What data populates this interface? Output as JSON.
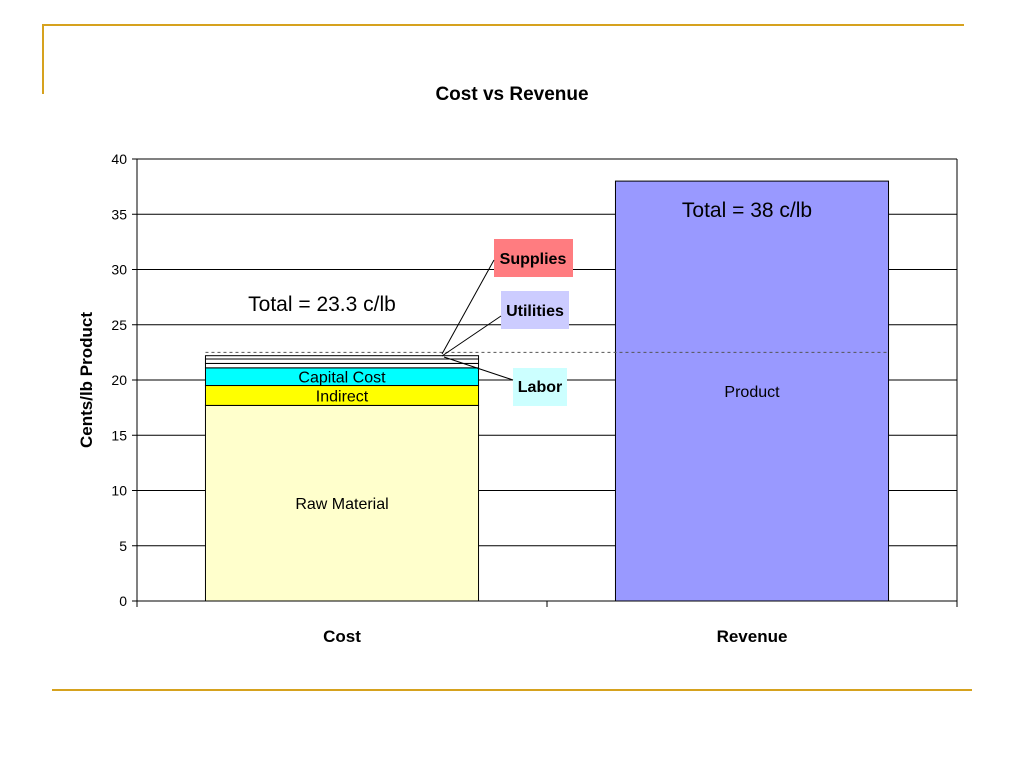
{
  "colors": {
    "frame": "#d6a21e",
    "raw_material": "#ffffcc",
    "indirect": "#ffff00",
    "capital_cost": "#00ffff",
    "product": "#9999ff",
    "supplies_box": "#ff7c80",
    "utilities_box": "#ccccff",
    "labor_box": "#ccffff"
  },
  "chart_data": {
    "type": "bar",
    "title": "Cost vs Revenue",
    "xlabel": "",
    "ylabel": "Cents/lb Product",
    "ylim": [
      0,
      40
    ],
    "yticks": [
      0,
      5,
      10,
      15,
      20,
      25,
      30,
      35,
      40
    ],
    "grid": true,
    "categories": [
      "Cost",
      "Revenue"
    ],
    "stacks": [
      {
        "category": "Cost",
        "segments": [
          {
            "name": "Raw Material",
            "value": 17.7,
            "color": "#ffffcc"
          },
          {
            "name": "Indirect",
            "value": 1.8,
            "color": "#ffff00"
          },
          {
            "name": "Capital Cost",
            "value": 1.6,
            "color": "#00ffff"
          },
          {
            "name": "Labor",
            "value": 0.4,
            "color": "#ffffff"
          },
          {
            "name": "Utilities",
            "value": 0.4,
            "color": "#ffffff"
          },
          {
            "name": "Supplies",
            "value": 0.3,
            "color": "#ffffff"
          }
        ]
      },
      {
        "category": "Revenue",
        "segments": [
          {
            "name": "Product",
            "value": 38,
            "color": "#9999ff"
          }
        ]
      }
    ],
    "reference_line": {
      "value": 22.5,
      "style": "dashed"
    },
    "annotations": {
      "total_cost": "Total = 23.3 c/lb",
      "total_revenue": "Total = 38 c/lb",
      "supplies": "Supplies",
      "utilities": "Utilities",
      "labor": "Labor"
    }
  }
}
